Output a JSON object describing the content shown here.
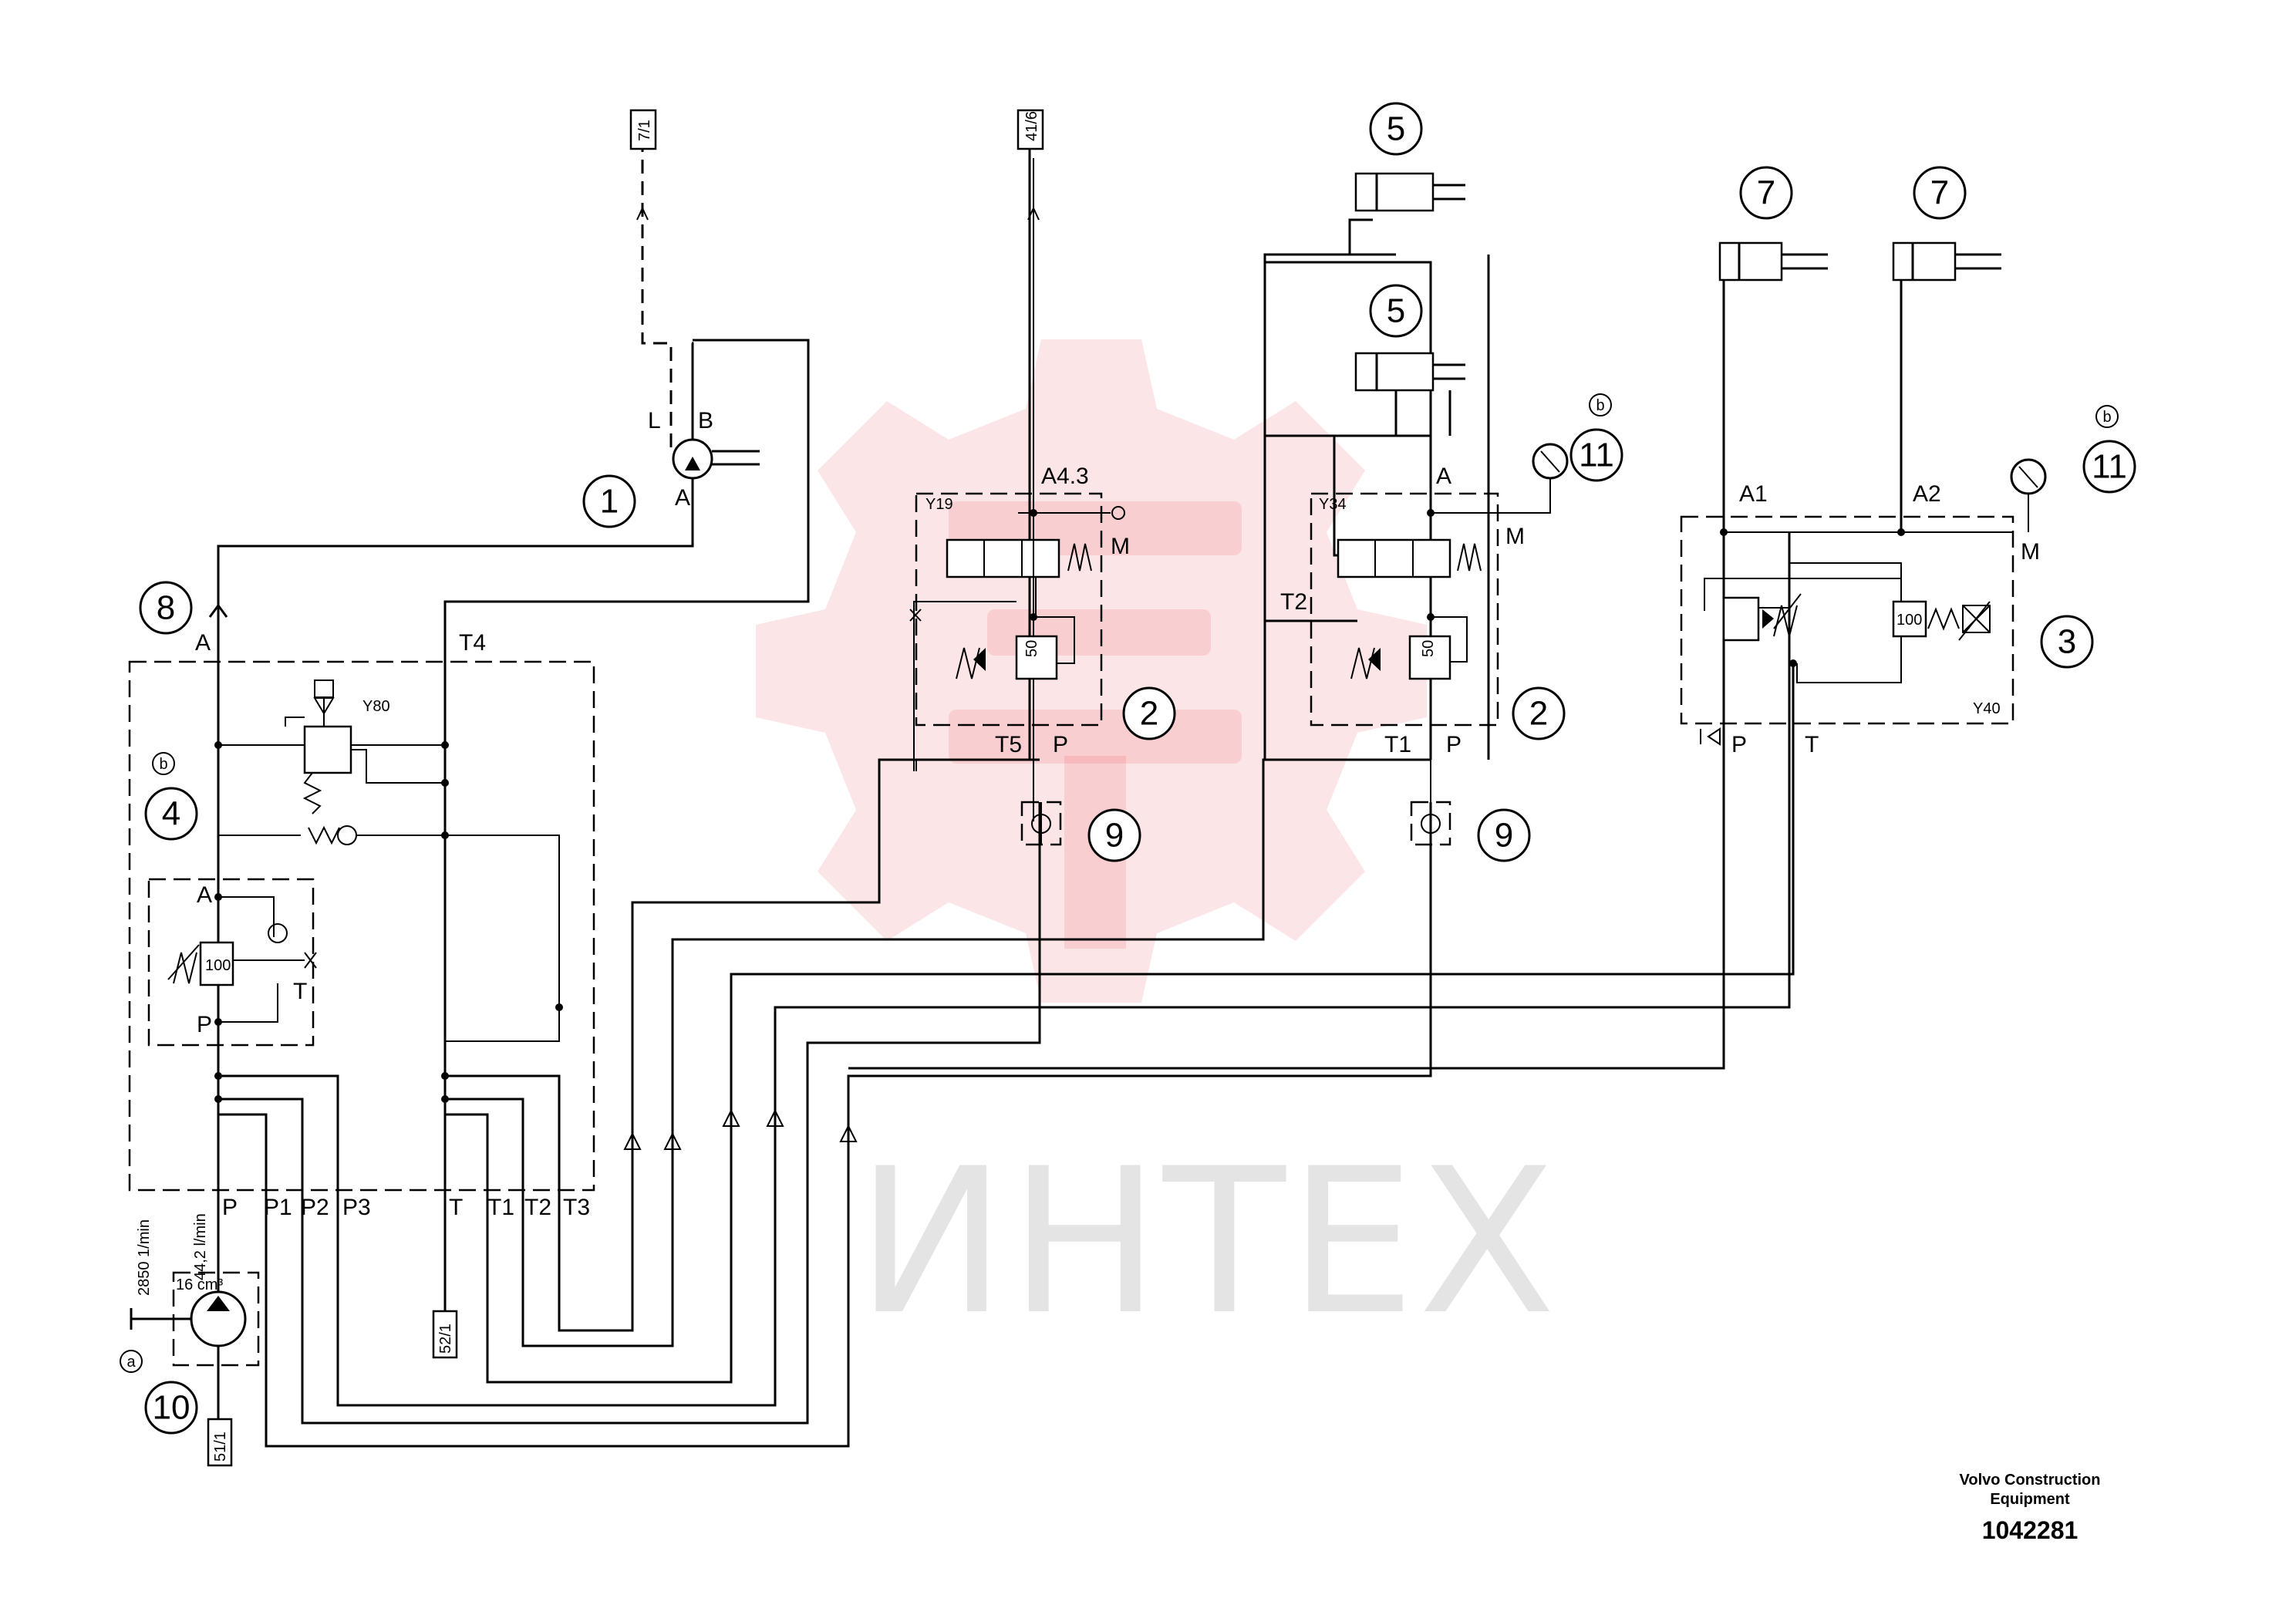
{
  "watermark": {
    "text": "ИНТЕХ"
  },
  "footer": {
    "company_line1": "Volvo Construction",
    "company_line2": "Equipment",
    "doc_number": "1042281"
  },
  "callouts": [
    "1",
    "2",
    "2",
    "3",
    "4",
    "5",
    "5",
    "7",
    "7",
    "8",
    "9",
    "9",
    "10",
    "11",
    "11"
  ],
  "notes": {
    "a": "a",
    "b": "b"
  },
  "references": {
    "r71": "7/1",
    "r416": "41/6",
    "r521": "52/1",
    "r511": "51/1"
  },
  "ports": {
    "motor_L": "L",
    "motor_B": "B",
    "motor_A": "A",
    "v8_A": "A",
    "v8_T4": "T4",
    "v8_P": "P",
    "v8_P1": "P1",
    "v8_P2": "P2",
    "v8_P3": "P3",
    "v8_T": "T",
    "v8_T1": "T1",
    "v8_T2": "T2",
    "v8_T3": "T3",
    "sub_A": "A",
    "sub_T": "T",
    "sub_P": "P",
    "v2a_A": "A4.3",
    "v2a_M": "M",
    "v2a_T5": "T5",
    "v2a_P": "P",
    "v2b_A": "A",
    "v2b_M": "M",
    "v2b_T2": "T2",
    "v2b_T1": "T1",
    "v2b_P": "P",
    "v3_A1": "A1",
    "v3_A2": "A2",
    "v3_M": "M",
    "v3_P": "P",
    "v3_T": "T"
  },
  "solenoids": {
    "y80": "Y80",
    "y19": "Y19",
    "y34": "Y34",
    "y40": "Y40"
  },
  "valve_settings": {
    "s100a": "100",
    "s50a": "50",
    "s50b": "50",
    "s100b": "100"
  },
  "pump": {
    "displacement": "16 cm³",
    "speed": "2850 1/min",
    "flow": "44,2 l/min"
  }
}
